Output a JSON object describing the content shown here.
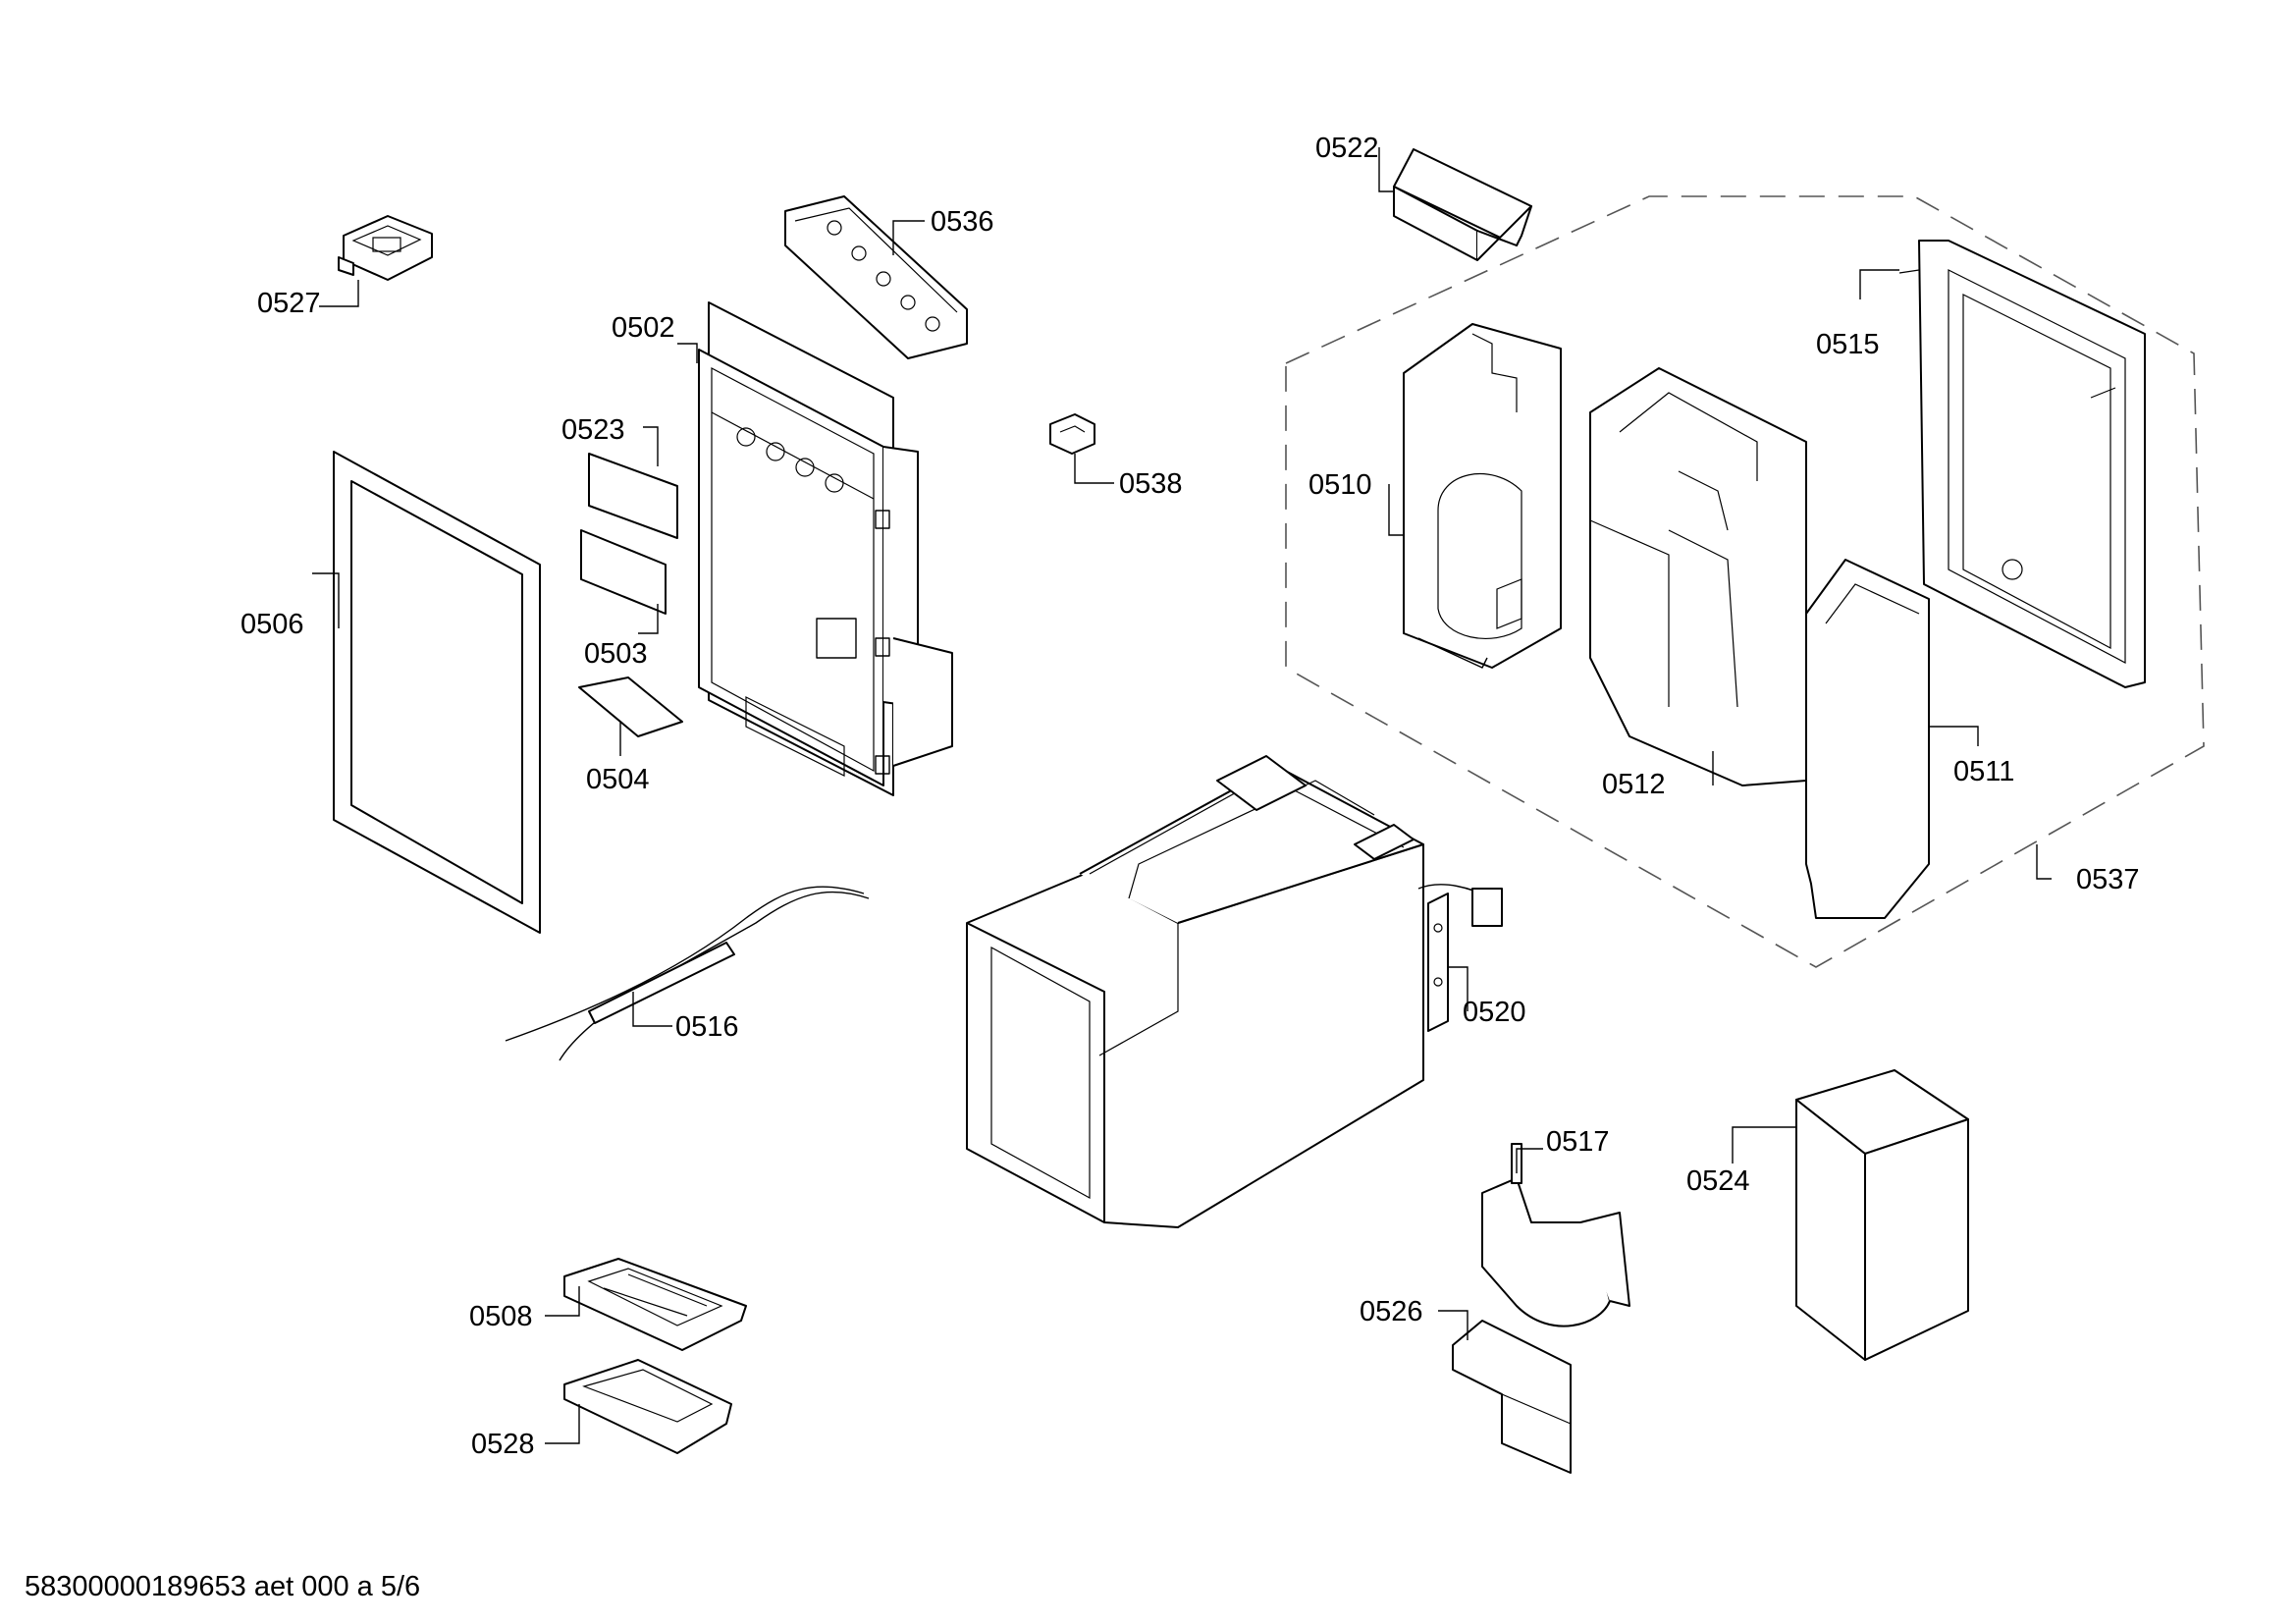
{
  "diagram": {
    "callouts": [
      {
        "id": "0502",
        "text": "0502"
      },
      {
        "id": "0503",
        "text": "0503"
      },
      {
        "id": "0504",
        "text": "0504"
      },
      {
        "id": "0506",
        "text": "0506"
      },
      {
        "id": "0508",
        "text": "0508"
      },
      {
        "id": "0510",
        "text": "0510"
      },
      {
        "id": "0511",
        "text": "0511"
      },
      {
        "id": "0512",
        "text": "0512"
      },
      {
        "id": "0515",
        "text": "0515"
      },
      {
        "id": "0516",
        "text": "0516"
      },
      {
        "id": "0517",
        "text": "0517"
      },
      {
        "id": "0520",
        "text": "0520"
      },
      {
        "id": "0522",
        "text": "0522"
      },
      {
        "id": "0523",
        "text": "0523"
      },
      {
        "id": "0524",
        "text": "0524"
      },
      {
        "id": "0526",
        "text": "0526"
      },
      {
        "id": "0527",
        "text": "0527"
      },
      {
        "id": "0528",
        "text": "0528"
      },
      {
        "id": "0536",
        "text": "0536"
      },
      {
        "id": "0537",
        "text": "0537"
      },
      {
        "id": "0538",
        "text": "0538"
      }
    ],
    "footer": "58300000189653 aet 000 a 5/6"
  }
}
